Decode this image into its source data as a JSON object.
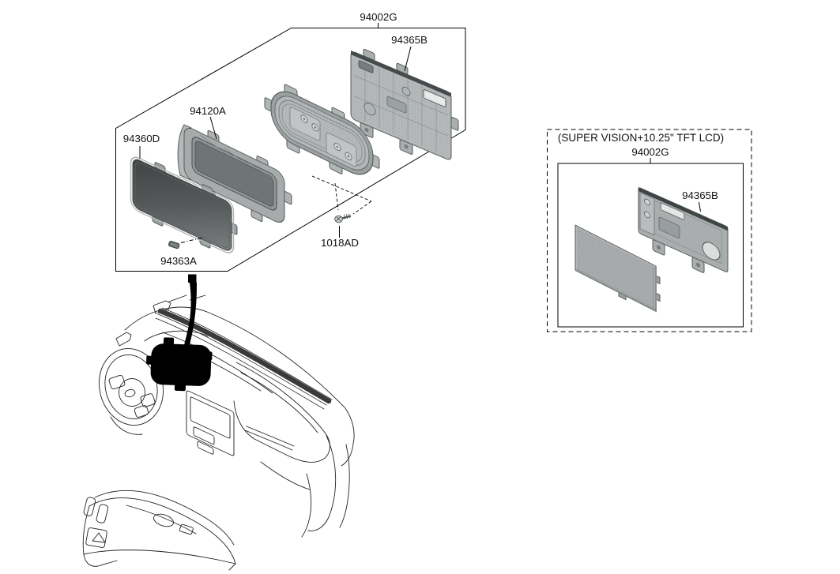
{
  "labels": {
    "main_group": "94002G",
    "main_rear_cover": "94365B",
    "bezel": "94120A",
    "lens": "94360D",
    "clip": "94363A",
    "screw": "1018AD",
    "variant_caption": "(SUPER VISION+10.25\" TFT LCD)",
    "variant_group": "94002G",
    "variant_bracket": "94365B"
  },
  "colors": {
    "outline": "#000000",
    "label_text": "#111111",
    "part_light": "#b4b8b8",
    "part_mid": "#9aa0a0",
    "part_dark": "#454a4a",
    "lens_dark": "#474b4b",
    "lens_light": "#7c8080",
    "callout_black": "#000000"
  }
}
